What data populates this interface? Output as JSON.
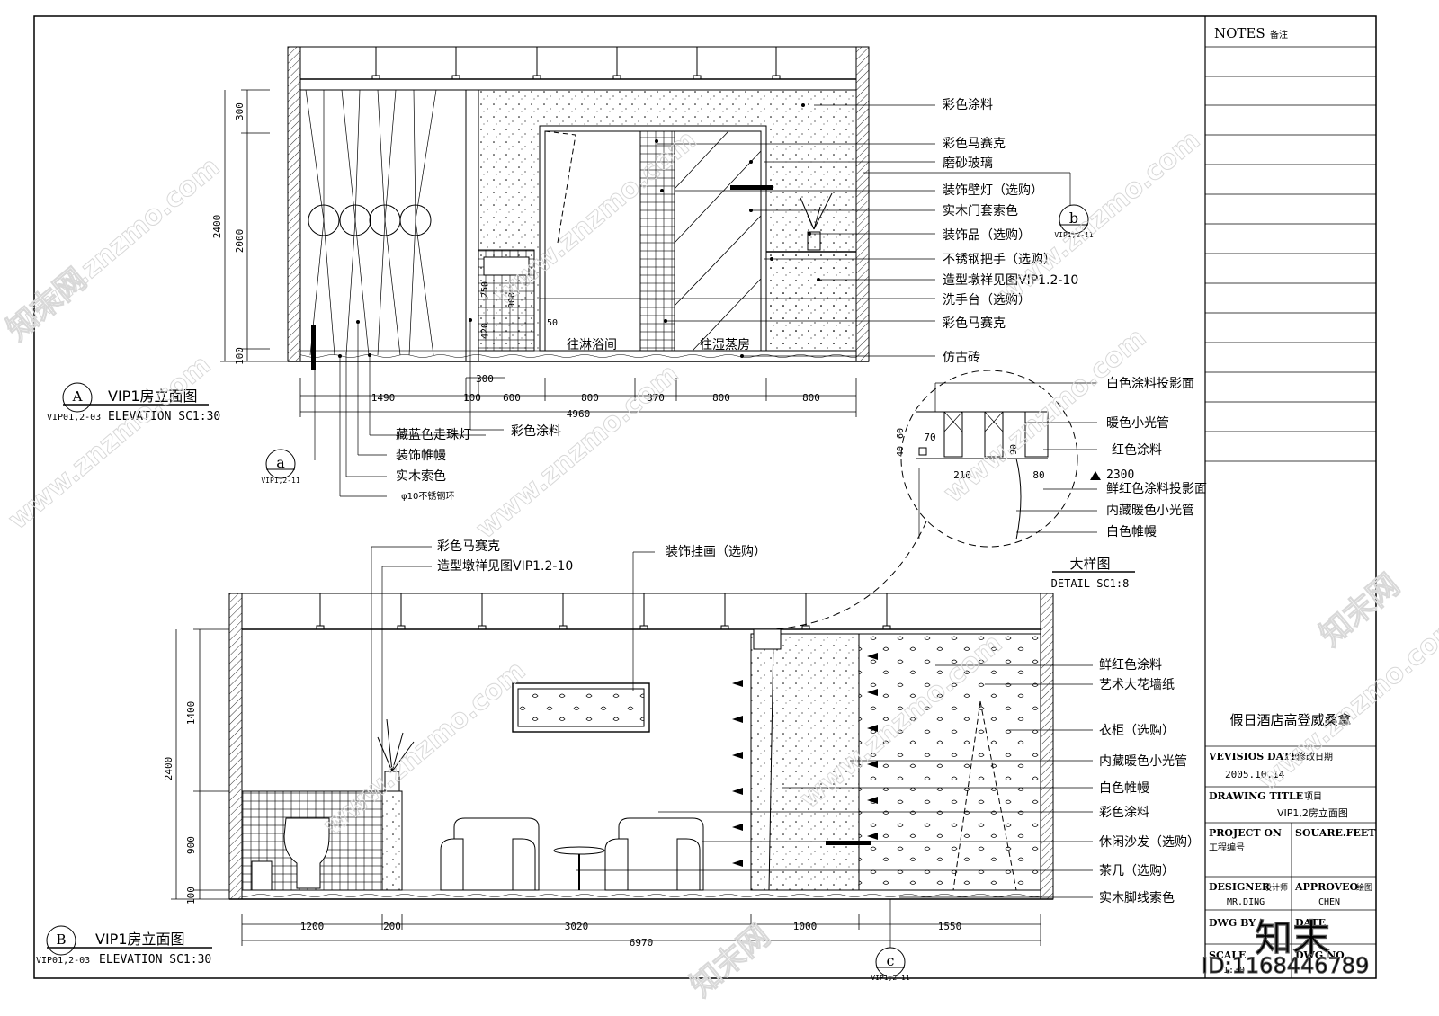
{
  "elevation_a": {
    "title": "VIP1房立面图",
    "ref_letter": "A",
    "ref_sheet": "VIP01,2-03",
    "scale": "ELEVATION  SC1:30",
    "dims_bottom": [
      "1490",
      "100",
      "600",
      "800",
      "370",
      "800",
      "800"
    ],
    "dim_total": "4960",
    "dim_300": "300",
    "dims_left_outer": [
      "2400"
    ],
    "dims_left_inner": [
      "300",
      "2000",
      "100"
    ],
    "dims_basin": [
      "250",
      "900",
      "420",
      "50"
    ],
    "labels_right": [
      "彩色涂料",
      "彩色马赛克",
      "磨砂玻璃",
      "装饰壁灯（选购）",
      "实木门套索色",
      "装饰品（选购）",
      "不锈钢把手（选购）",
      "造型墩祥见图VIP1.2-10",
      "洗手台（选购）",
      "彩色马赛克",
      "仿古砖"
    ],
    "labels_bottom": [
      "藏蓝色走珠灯",
      "彩色涂料",
      "装饰帷幔",
      "实木索色",
      "φ10不锈钢环"
    ],
    "room_shower": "往淋浴间",
    "room_steam": "往湿蒸房",
    "callout_b": {
      "letter": "b",
      "sheet": "VIP1,2-11"
    },
    "callout_a": {
      "letter": "a",
      "sheet": "VIP1,2-11"
    }
  },
  "detail": {
    "title": "大样图",
    "scale": "DETAIL  SC1:8",
    "dims": [
      "60",
      "40",
      "70",
      "90",
      "210",
      "80"
    ],
    "level": "2300",
    "labels": [
      "白色涂料投影面",
      "暖色小光管",
      "红色涂料",
      "鲜红色涂料投影面",
      "内藏暖色小光管",
      "白色帷幔"
    ]
  },
  "elevation_b": {
    "title": "VIP1房立面图",
    "ref_letter": "B",
    "ref_sheet": "VIP01,2-03",
    "scale": "ELEVATION  SC1:30",
    "dims_bottom": [
      "1200",
      "200",
      "3020",
      "1000",
      "1550"
    ],
    "dim_total": "6970",
    "dims_left_outer": [
      "2400"
    ],
    "dims_left_inner": [
      "1400",
      "900",
      "100"
    ],
    "labels_top": [
      "彩色马赛克",
      "造型墩祥见图VIP1.2-10",
      "装饰挂画（选购）"
    ],
    "labels_right": [
      "鲜红色涂料",
      "艺术大花墙纸",
      "衣柜（选购）",
      "内藏暖色小光管",
      "白色帷幔",
      "彩色涂料",
      "休闲沙发（选购）",
      "茶几（选购）",
      "实木脚线索色"
    ],
    "callout_c": {
      "letter": "c",
      "sheet": "VIP1,2-11"
    }
  },
  "title_block": {
    "notes": "NOTES",
    "notes_cn": "备注",
    "project_name": "假日酒店高登威桑拿",
    "revision_label": "VEVISIOS DATE",
    "revision_label_cn": "修改日期",
    "revision_date": "2005.10.14",
    "drawing_title_label": "DRAWING TITLE",
    "drawing_title_label_cn": "项目",
    "drawing_title": "VIP1,2房立面图",
    "project_on": "PROJECT ON",
    "project_on_cn": "工程编号",
    "square_feet": "SOUARE.FEET",
    "designer": "DESIGNER",
    "designer_cn": "设计师",
    "designer_name": "MR.DING",
    "approved": "APPROVEO",
    "approved_cn": "绘图",
    "approved_name": "CHEN",
    "dwg_by": "DWG BY",
    "date": "DATE",
    "scale_label": "SCALE",
    "scale_value": "1:30",
    "dwg_no": "DWG NO."
  },
  "watermark": {
    "site": "www.znzmo.com",
    "brand": "知末网",
    "logo": "知末",
    "id": "ID:1168446789"
  }
}
